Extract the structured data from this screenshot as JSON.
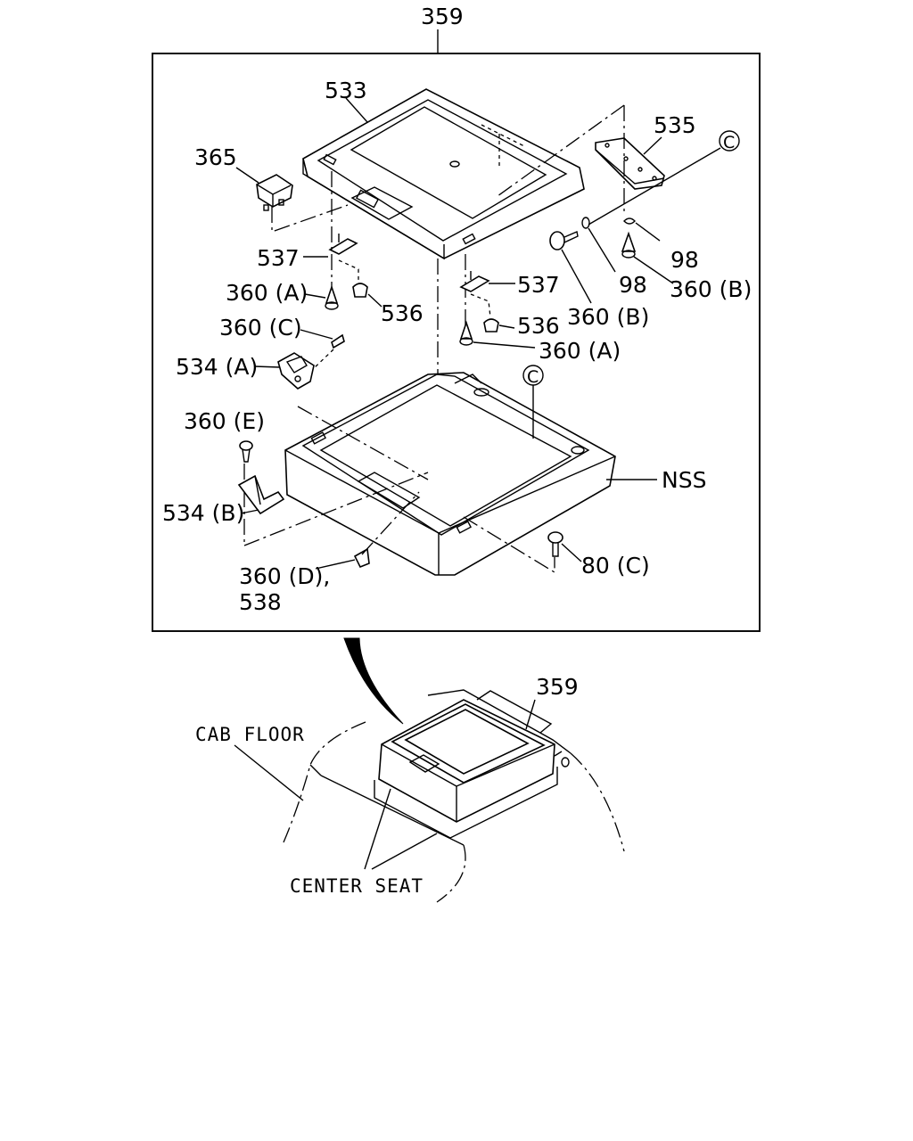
{
  "labels": {
    "assembly_top": "359",
    "lid": "533",
    "switch": "365",
    "bracket_right": "535",
    "ref_c_top": "C",
    "clip_537_left": "537",
    "clip_537_right": "537",
    "screw_360a_left": "360 (A)",
    "screw_360a_right": "360 (A)",
    "nut_536_left": "536",
    "nut_536_right": "536",
    "screw_360c": "360 (C)",
    "hinge_534a": "534 (A)",
    "screw_360b_left": "360 (B)",
    "screw_360b_right": "360 (B)",
    "washer_98_left": "98",
    "washer_98_right": "98",
    "ref_c_mid": "C",
    "screw_360e": "360 (E)",
    "bracket_534b": "534 (B)",
    "nss": "NSS",
    "bolt_80c": "80 (C)",
    "clip_360d": "360 (D),",
    "part_538": "538",
    "assembly_bottom": "359",
    "cab_floor": "CAB FLOOR",
    "center_seat": "CENTER SEAT"
  }
}
